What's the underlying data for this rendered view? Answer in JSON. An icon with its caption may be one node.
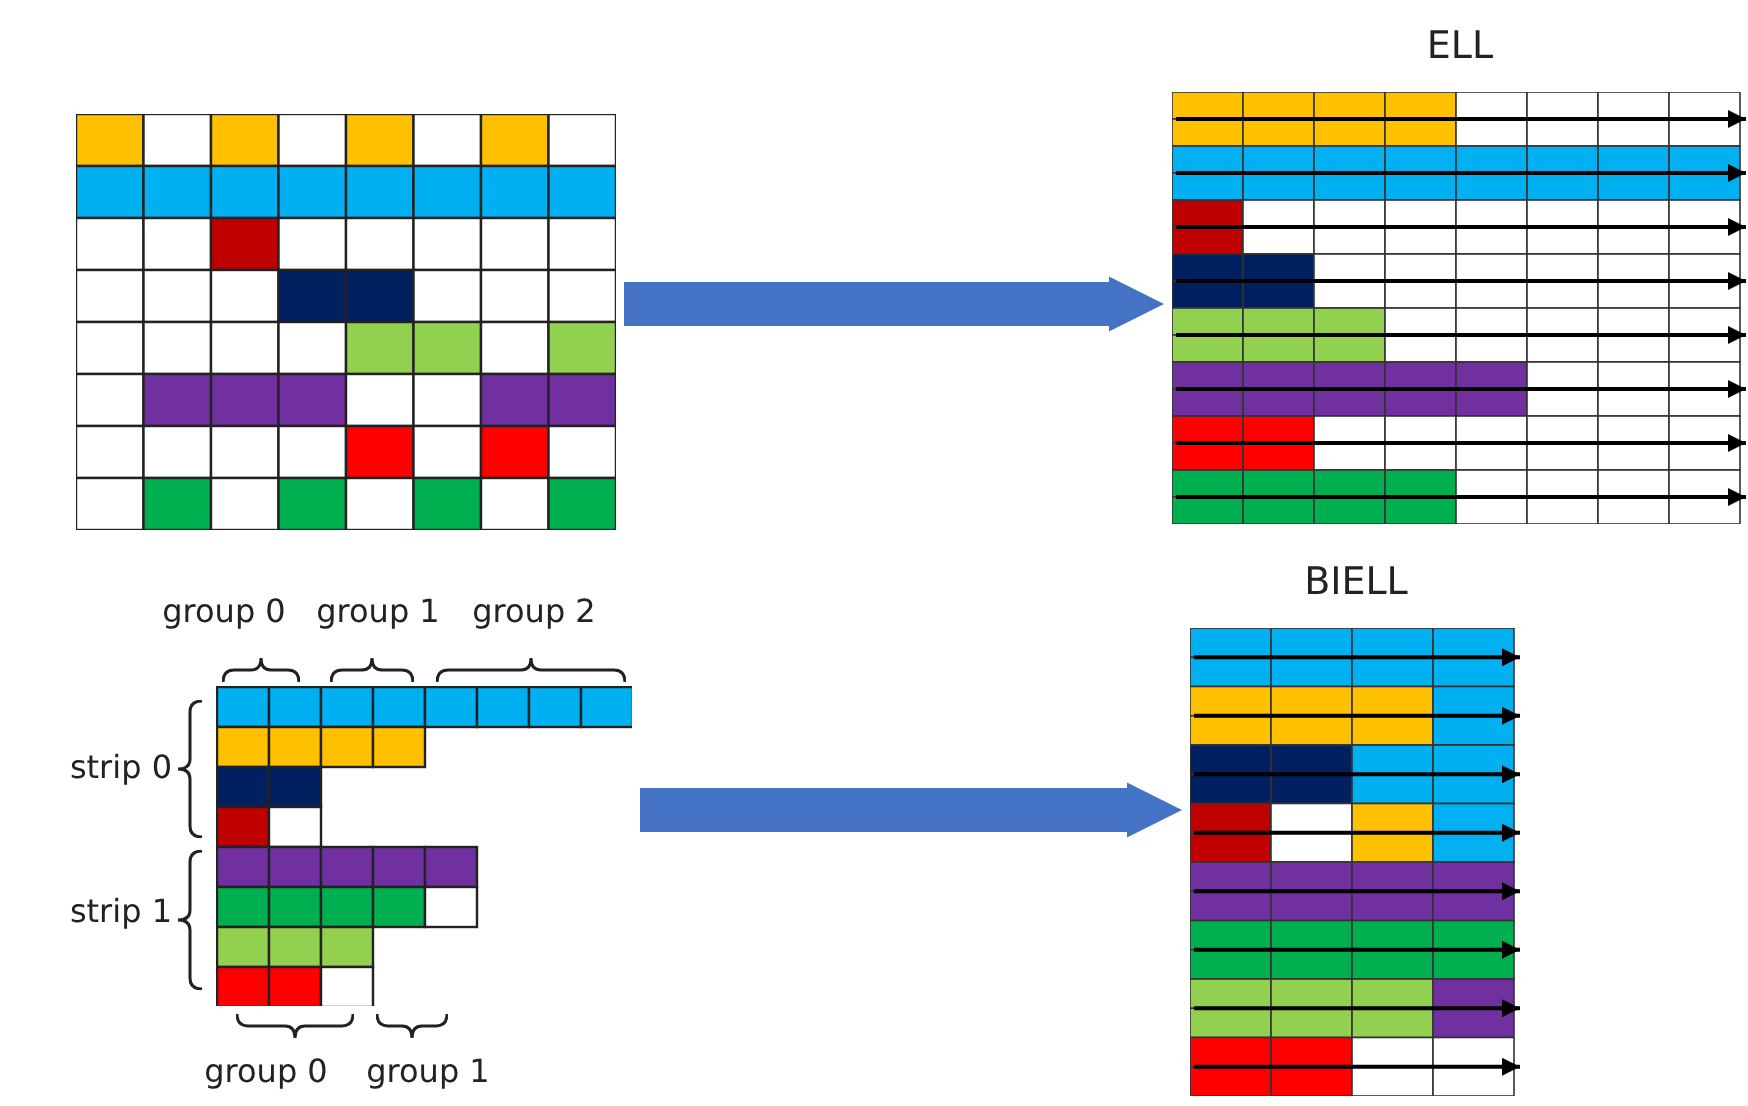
{
  "diagram": {
    "nodes": [
      {
        "text": [],
        "shape": "picture"
      },
      {
        "text": [
          "ELL"
        ]
      },
      {
        "text": [],
        "shape": "picture"
      },
      {
        "text": [
          "BIELL"
        ]
      }
    ],
    "edges": [
      {
        "from": 0,
        "to": 1,
        "arrow": "to"
      },
      {
        "from": 2,
        "to": 3,
        "arrow": "to"
      }
    ],
    "labels": [
      "group 0",
      "group 1",
      "group 2",
      "strip 0",
      "strip 1",
      "group 0",
      "group 1"
    ]
  }
}
